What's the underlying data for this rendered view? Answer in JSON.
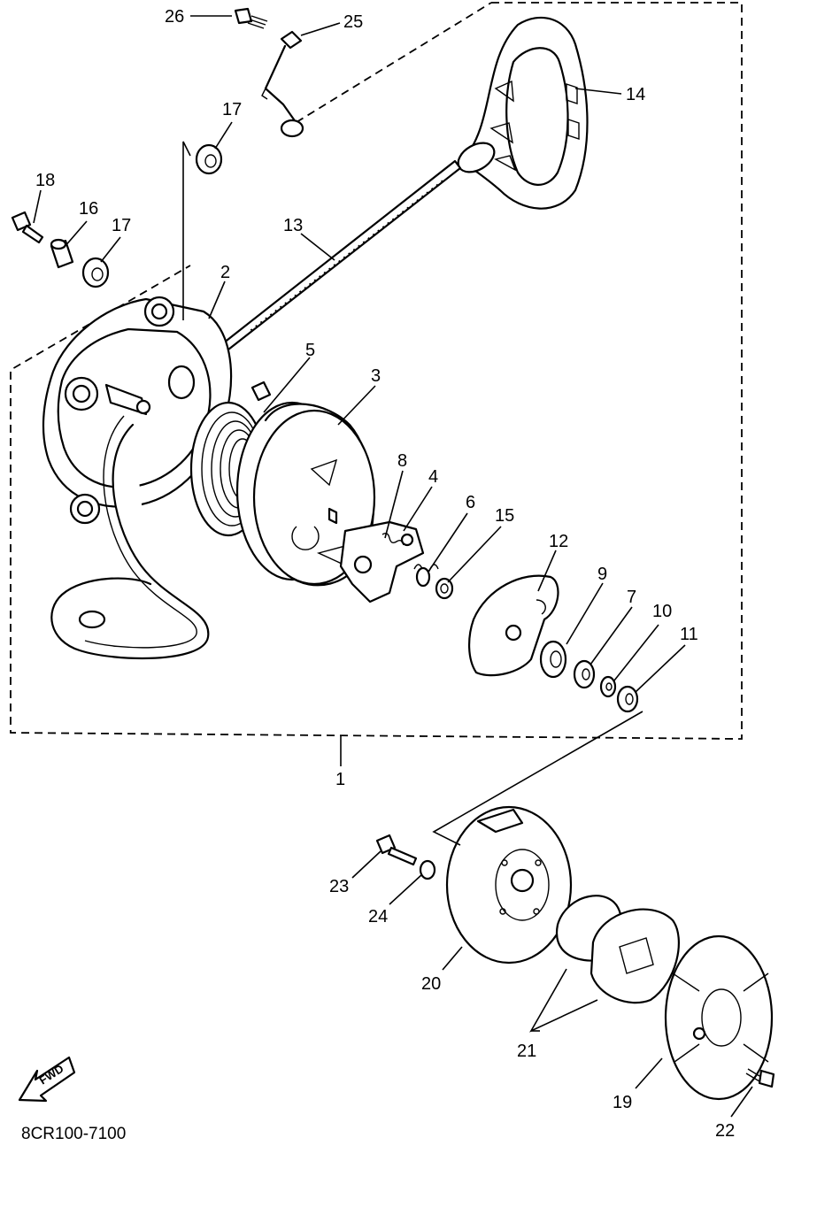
{
  "labels": {
    "p1": "1",
    "p2": "2",
    "p3": "3",
    "p4": "4",
    "p5": "5",
    "p6": "6",
    "p7": "7",
    "p8": "8",
    "p9": "9",
    "p10": "10",
    "p11": "11",
    "p12": "12",
    "p13": "13",
    "p14": "14",
    "p15": "15",
    "p16": "16",
    "p17a": "17",
    "p17b": "17",
    "p18": "18",
    "p19": "19",
    "p20": "20",
    "p21": "21",
    "p22": "22",
    "p23": "23",
    "p24": "24",
    "p25": "25",
    "p26": "26"
  },
  "fwd_text": "FWD",
  "diagram_code": "8CR100-7100"
}
